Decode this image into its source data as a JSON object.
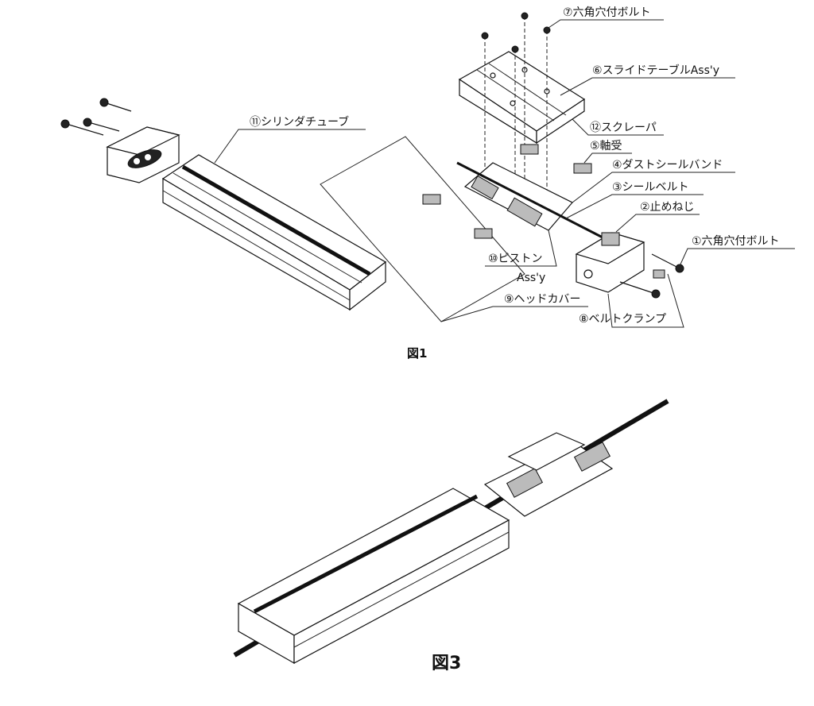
{
  "figure1": {
    "caption": "図1",
    "labels": {
      "p1": "①六角穴付ボルト",
      "p2": "②止めねじ",
      "p3": "③シールベルト",
      "p4": "④ダストシールバンド",
      "p5": "⑤軸受",
      "p6": "⑥スライドテーブルAss'y",
      "p7": "⑦六角穴付ボルト",
      "p8": "⑧ベルトクランプ",
      "p9": "⑨ヘッドカバー",
      "p10a": "⑩ピストン",
      "p10b": "Ass'y",
      "p11": "⑪シリンダチューブ",
      "p12": "⑫スクレーパ"
    }
  },
  "figure3": {
    "caption": "図3"
  }
}
